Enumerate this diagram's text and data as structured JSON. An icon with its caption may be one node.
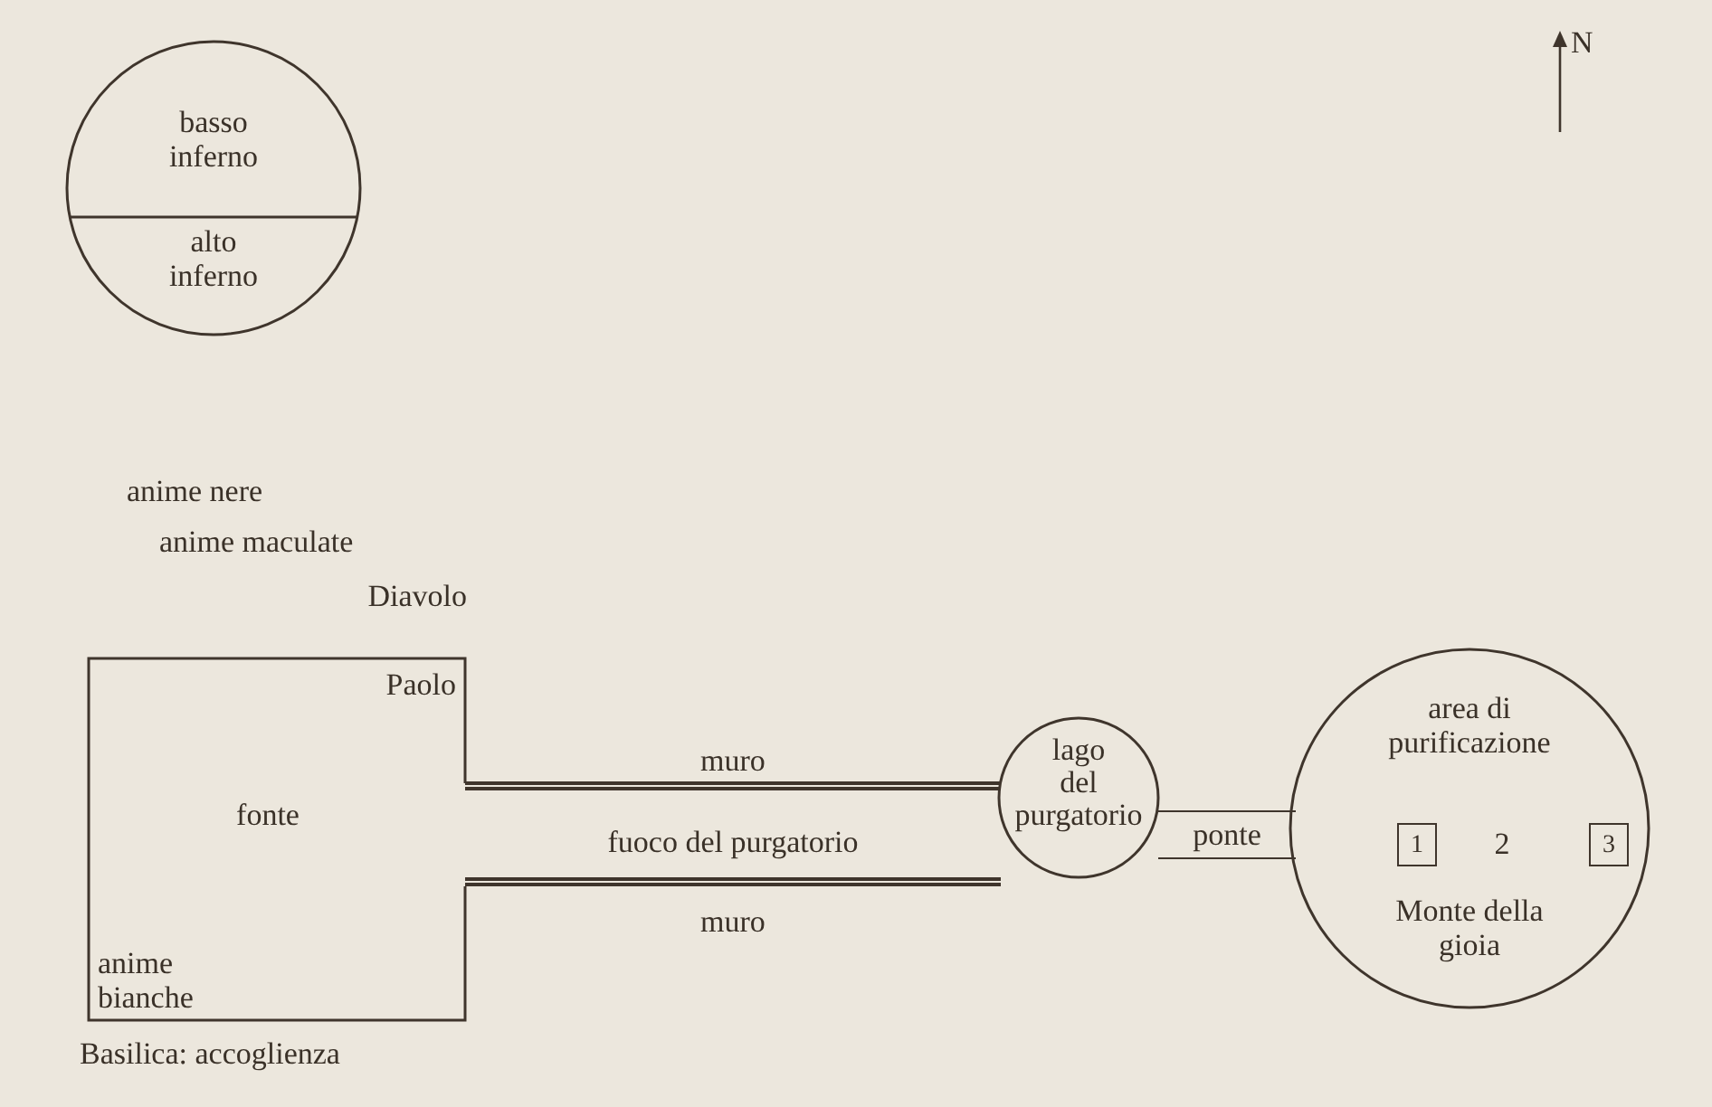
{
  "diagram": {
    "nodes": [
      {
        "text": [
          "basso inferno",
          "alto inferno"
        ]
      },
      {
        "text": [
          "Paolo",
          "fonte",
          "anime bianche"
        ],
        "beside": [
          "Diavolo",
          "Basilica: accoglienza"
        ]
      },
      {
        "text": [
          "fuoco del purgatorio"
        ],
        "beside": [
          "muro",
          "muro"
        ]
      },
      {
        "text": [
          "lago del purgatorio"
        ]
      },
      {
        "text": [
          "ponte"
        ]
      },
      {
        "text": [
          "area di purificazione",
          "2",
          "Monte della gioia"
        ]
      },
      {
        "text": [
          "1"
        ],
        "in": 5
      },
      {
        "text": [
          "3"
        ],
        "in": 5
      }
    ],
    "labels": [
      "N",
      "anime nere",
      "anime maculate"
    ]
  }
}
